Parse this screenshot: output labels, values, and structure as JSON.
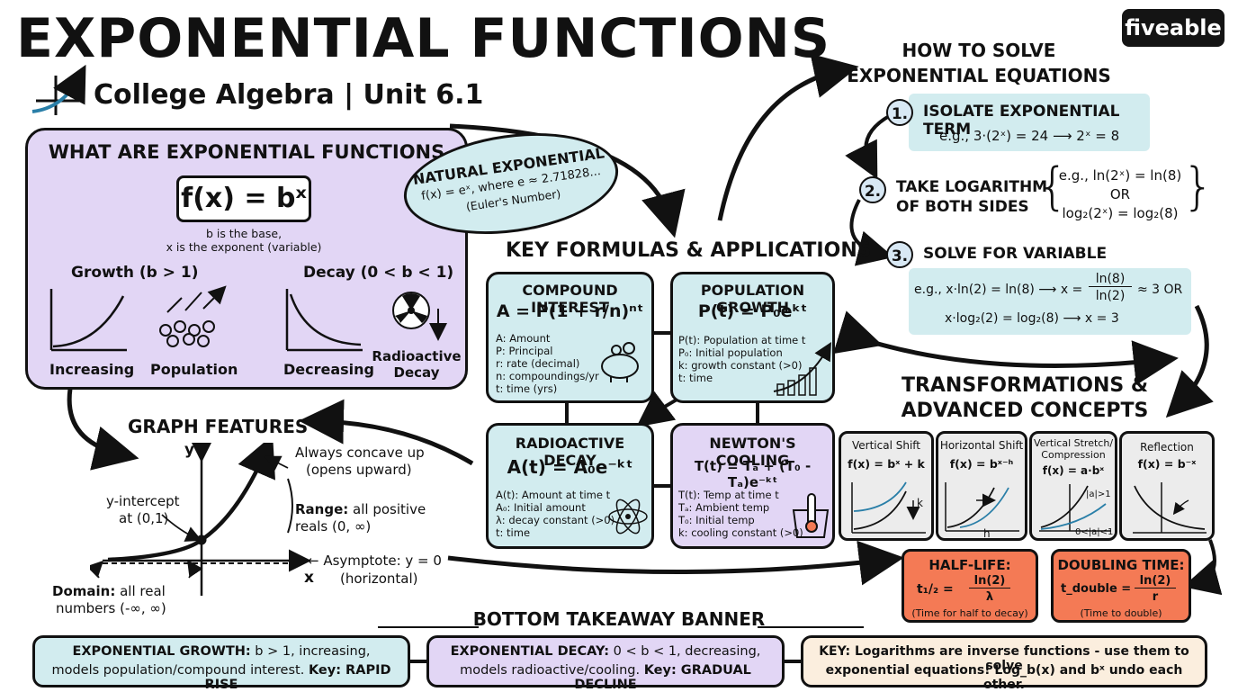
{
  "header": {
    "title": "EXPONENTIAL FUNCTIONS",
    "subtitle": "College Algebra | Unit 6.1",
    "logo": "fiveable"
  },
  "what_are": {
    "heading": "WHAT ARE EXPONENTIAL FUNCTIONS",
    "formula": "f(x) = bˣ",
    "note_line1": "b is the base,",
    "note_line2": "x is the exponent (variable)",
    "growth_label": "Growth (b > 1)",
    "decay_label": "Decay (0 < b < 1)",
    "icons": [
      "Increasing",
      "Population",
      "Decreasing",
      "Radioactive",
      "Decay"
    ]
  },
  "natural": {
    "title": "NATURAL EXPONENTIAL",
    "formula": "f(x) = eˣ, where e ≈ 2.71828...",
    "note": "(Euler's Number)"
  },
  "key_formulas": {
    "heading": "KEY FORMULAS & APPLICATIONS",
    "compound": {
      "title": "COMPOUND INTEREST",
      "formula": "A = P(1 + r/n)ⁿᵗ",
      "lines": [
        "A: Amount",
        "P: Principal",
        "r: rate (decimal)",
        "n: compoundings/yr",
        "t: time (yrs)"
      ]
    },
    "population": {
      "title": "POPULATION GROWTH",
      "formula": "P(t) = P₀eᵏᵗ",
      "lines": [
        "P(t): Population at time t",
        "P₀: Initial population",
        "k: growth constant (>0)",
        "t: time"
      ]
    },
    "radioactive": {
      "title": "RADIOACTIVE DECAY",
      "formula": "A(t) = A₀e⁻ᵏᵗ",
      "lines": [
        "A(t): Amount at time t",
        "A₀: Initial amount",
        "λ: decay constant (>0)",
        "t: time"
      ]
    },
    "newton": {
      "title": "NEWTON'S COOLING",
      "formula": "T(t) = Tₐ + (T₀ - Tₐ)e⁻ᵏᵗ",
      "lines": [
        "T(t): Temp at time t",
        "Tₐ: Ambient temp",
        "T₀: Initial temp",
        "k: cooling constant (>0)"
      ]
    }
  },
  "solve": {
    "heading_line1": "HOW TO SOLVE",
    "heading_line2": "EXPONENTIAL EQUATIONS",
    "step1_num": "1.",
    "step1_title": "ISOLATE EXPONENTIAL TERM",
    "step1_example": "e.g., 3·(2ˣ) = 24 ⟶ 2ˣ = 8",
    "step2_num": "2.",
    "step2_title_line1": "TAKE LOGARITHM",
    "step2_title_line2": "OF BOTH SIDES",
    "step2_ex1": "e.g., ln(2ˣ) = ln(8)",
    "step2_or": "OR",
    "step2_ex2": "log₂(2ˣ) = log₂(8)",
    "step3_num": "3.",
    "step3_title": "SOLVE FOR VARIABLE",
    "step3_ex1_left": "e.g., x·ln(2) = ln(8) ⟶ x =",
    "step3_ex1_num": "ln(8)",
    "step3_ex1_den": "ln(2)",
    "step3_ex1_right": "≈ 3  OR",
    "step3_ex2": "x·log₂(2) = log₂(8) ⟶ x = 3"
  },
  "graph": {
    "heading": "GRAPH FEATURES",
    "y_axis": "y",
    "x_axis": "x",
    "concave_line1": "Always concave up",
    "concave_line2": "(opens upward)",
    "yint_line1": "y-intercept",
    "yint_line2": "at (0,1)",
    "range_bold": "Range:",
    "range_line1": "all positive",
    "range_line2": "reals (0, ∞)",
    "asym_line1": "← Asymptote: y = 0",
    "asym_line2": "(horizontal)",
    "domain_bold": "Domain:",
    "domain_line1": "all real",
    "domain_line2": "numbers (-∞, ∞)"
  },
  "transforms": {
    "heading_line1": "TRANSFORMATIONS &",
    "heading_line2": "ADVANCED CONCEPTS",
    "cards": [
      {
        "title": "Vertical Shift",
        "formula": "f(x) = bˣ + k",
        "tag": "k"
      },
      {
        "title": "Horizontal Shift",
        "formula": "f(x) = bˣ⁻ʰ",
        "tag": "h"
      },
      {
        "title": "Vertical Stretch/ Compression",
        "formula": "f(x) = a·bˣ",
        "tag": "|a|>1",
        "tag2": "0<|a|<1"
      },
      {
        "title": "Reflection",
        "formula": "f(x) = b⁻ˣ",
        "tag": ""
      }
    ],
    "half_life": {
      "title": "HALF-LIFE:",
      "lhs": "t₁/₂ =",
      "num": "ln(2)",
      "den": "λ",
      "note": "(Time for half to decay)"
    },
    "doubling": {
      "title": "DOUBLING TIME:",
      "lhs": "t_double =",
      "num": "ln(2)",
      "den": "r",
      "note": "(Time to double)"
    }
  },
  "banner": {
    "heading": "BOTTOM TAKEAWAY BANNER",
    "growth_bold": "EXPONENTIAL GROWTH:",
    "growth_text1": "b > 1, increasing,",
    "growth_text2": "models population/compound interest.",
    "growth_key": "Key: RAPID RISE",
    "decay_bold": "EXPONENTIAL DECAY:",
    "decay_text1": "0 < b < 1, decreasing,",
    "decay_text2": "models radioactive/cooling.",
    "decay_key": "Key: GRADUAL DECLINE",
    "key_line1": "KEY: Logarithms are inverse functions - use them to solve",
    "key_line2": "exponential equations! Log_b(x) and bˣ undo each other."
  },
  "colors": {
    "purple": "#e2d6f5",
    "teal": "#d2ecef",
    "grey": "#ececec",
    "orange": "#f47a55",
    "cream": "#fbeede",
    "curve_blue": "#2a7fa8"
  }
}
